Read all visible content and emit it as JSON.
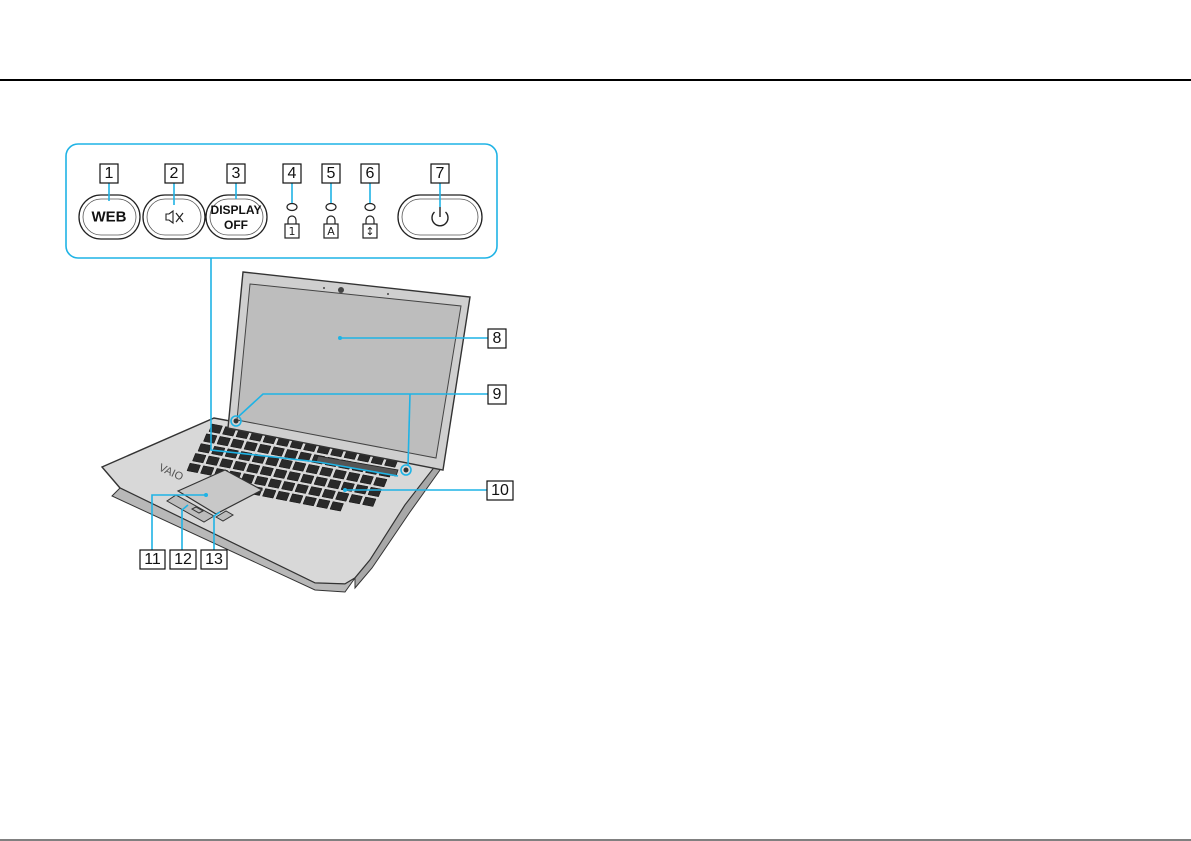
{
  "panel_buttons": {
    "web_label": "WEB",
    "display_off_line1": "DISPLAY",
    "display_off_line2": "OFF"
  },
  "lock_indicators": {
    "num_lock_glyph": "1",
    "caps_lock_glyph": "A",
    "scroll_lock_glyph": "↕"
  },
  "callouts": {
    "c1": "1",
    "c2": "2",
    "c3": "3",
    "c4": "4",
    "c5": "5",
    "c6": "6",
    "c7": "7",
    "c8": "8",
    "c9": "9",
    "c10": "10",
    "c11": "11",
    "c12": "12",
    "c13": "13"
  },
  "colors": {
    "accent": "#1fb3e5",
    "rule": "#000000"
  },
  "icons": [
    "mute-icon",
    "power-icon",
    "num-lock-icon",
    "caps-lock-icon",
    "scroll-lock-icon"
  ]
}
